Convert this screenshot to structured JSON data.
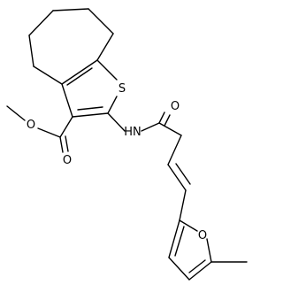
{
  "molecule": {
    "atom_labels": {
      "S": "S",
      "NH": "HN",
      "O_amide": "O",
      "O_ester_carbonyl": "O",
      "O_methoxy": "O",
      "O_furan": "O"
    }
  }
}
